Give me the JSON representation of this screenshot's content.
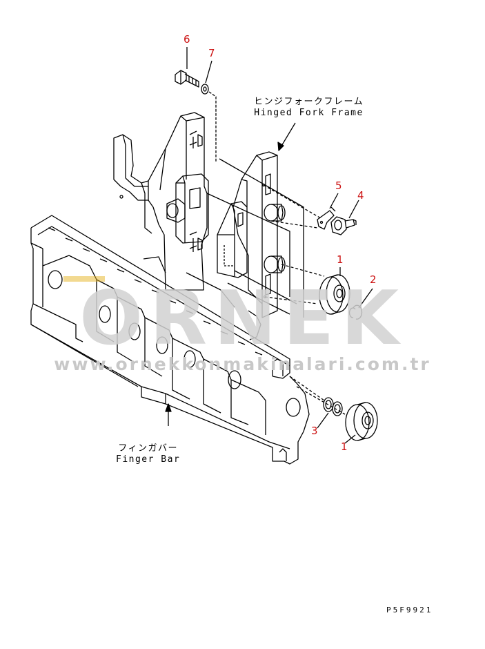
{
  "callouts": [
    {
      "num": "6"
    },
    {
      "num": "7"
    },
    {
      "num": "5"
    },
    {
      "num": "4"
    },
    {
      "num": "1"
    },
    {
      "num": "2"
    },
    {
      "num": "3"
    },
    {
      "num": "1"
    }
  ],
  "labels": {
    "fork_frame_jp": "ヒンジフォークフレーム",
    "fork_frame_en": "Hinged Fork Frame",
    "finger_bar_jp": "フィンガバー",
    "finger_bar_en": "Finger Bar"
  },
  "watermark": {
    "brand": "ORNEK",
    "url": "www.ornekkonmakinalari.com.tr"
  },
  "drawing_code": "P5F9921",
  "colors": {
    "line": "#000000",
    "callout": "#cc1111",
    "watermark": "#cfcfcf",
    "watermark_accent": "#e6b422"
  }
}
